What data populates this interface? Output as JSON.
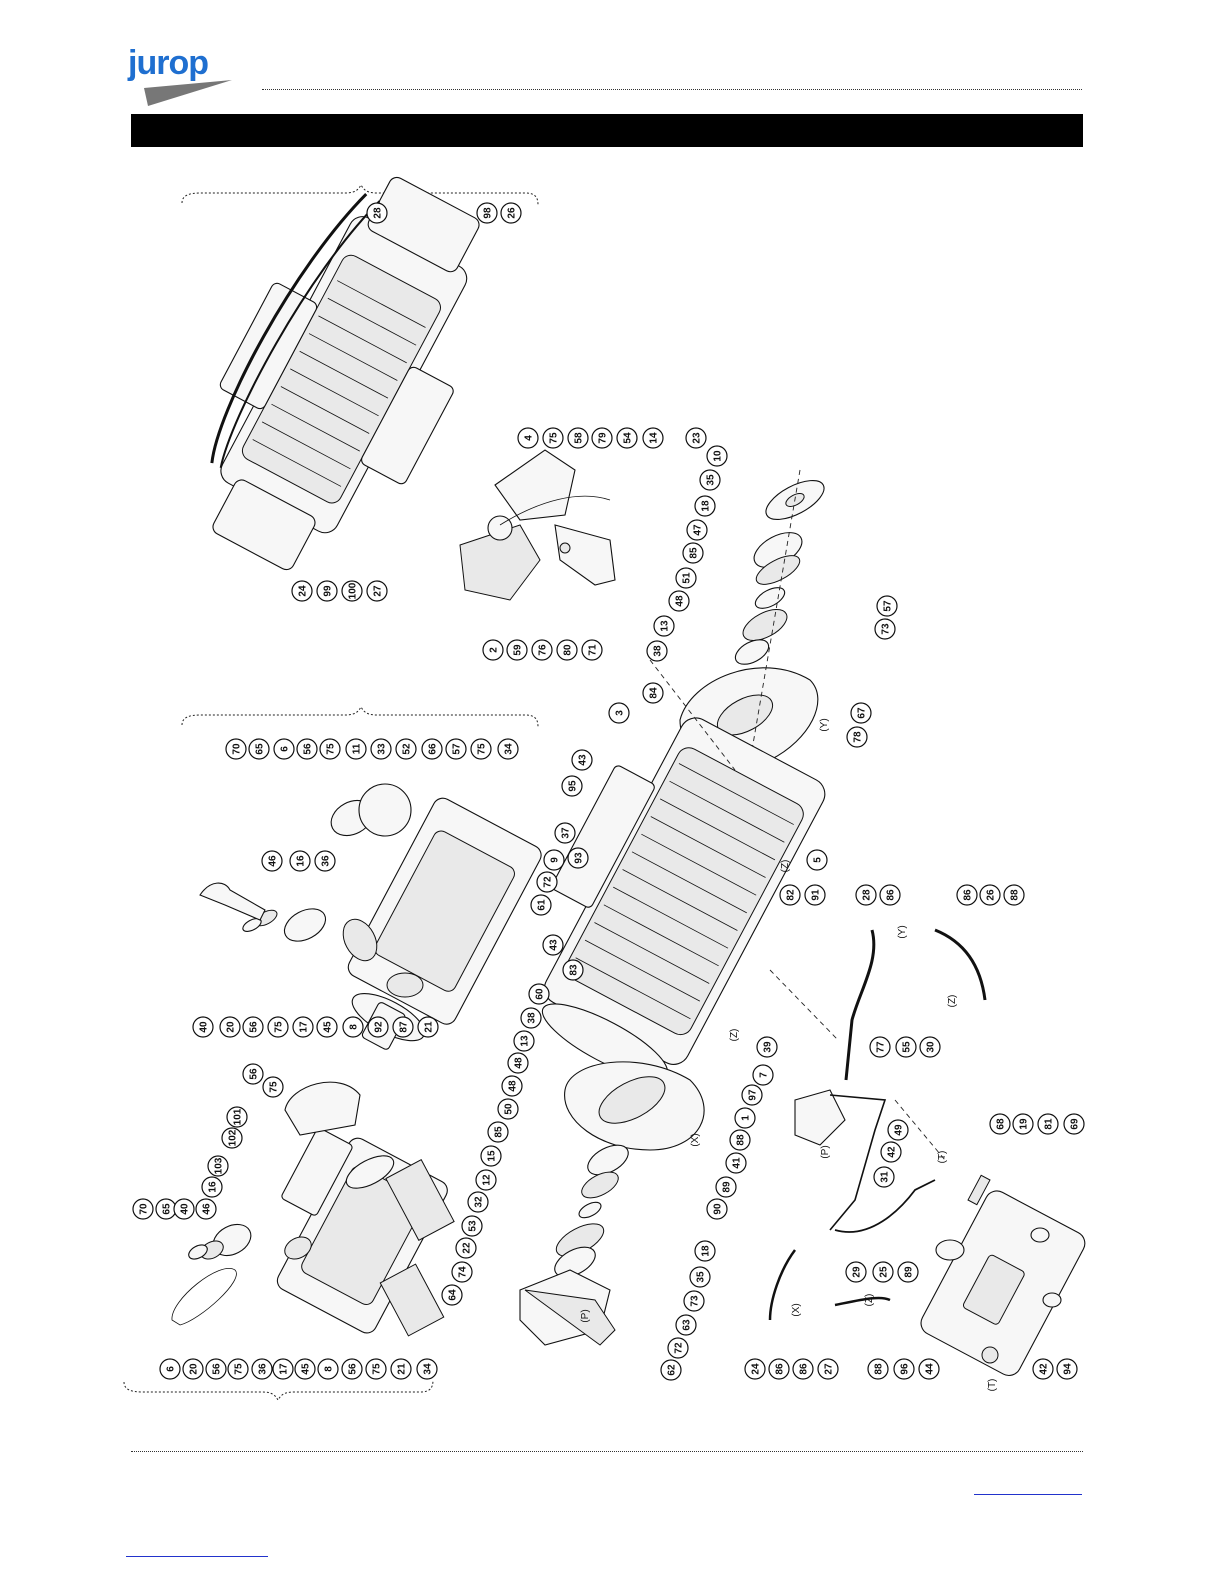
{
  "logo": {
    "text": "jurop"
  },
  "callouts": [
    {
      "n": "28"
    },
    {
      "n": "98"
    },
    {
      "n": "26"
    },
    {
      "n": "24"
    },
    {
      "n": "99"
    },
    {
      "n": "100"
    },
    {
      "n": "27"
    },
    {
      "n": "4"
    },
    {
      "n": "75"
    },
    {
      "n": "58"
    },
    {
      "n": "79"
    },
    {
      "n": "54"
    },
    {
      "n": "14"
    },
    {
      "n": "2"
    },
    {
      "n": "59"
    },
    {
      "n": "76"
    },
    {
      "n": "80"
    },
    {
      "n": "71"
    },
    {
      "n": "23"
    },
    {
      "n": "10"
    },
    {
      "n": "35"
    },
    {
      "n": "18"
    },
    {
      "n": "47"
    },
    {
      "n": "85"
    },
    {
      "n": "51"
    },
    {
      "n": "48"
    },
    {
      "n": "13"
    },
    {
      "n": "38"
    },
    {
      "n": "84"
    },
    {
      "n": "3"
    },
    {
      "n": "57"
    },
    {
      "n": "73"
    },
    {
      "n": "67"
    },
    {
      "n": "78"
    },
    {
      "n": "70"
    },
    {
      "n": "65"
    },
    {
      "n": "6"
    },
    {
      "n": "56"
    },
    {
      "n": "75"
    },
    {
      "n": "11"
    },
    {
      "n": "33"
    },
    {
      "n": "52"
    },
    {
      "n": "66"
    },
    {
      "n": "57"
    },
    {
      "n": "75"
    },
    {
      "n": "34"
    },
    {
      "n": "46"
    },
    {
      "n": "16"
    },
    {
      "n": "36"
    },
    {
      "n": "40"
    },
    {
      "n": "20"
    },
    {
      "n": "56"
    },
    {
      "n": "75"
    },
    {
      "n": "17"
    },
    {
      "n": "45"
    },
    {
      "n": "8"
    },
    {
      "n": "92"
    },
    {
      "n": "87"
    },
    {
      "n": "21"
    },
    {
      "n": "43"
    },
    {
      "n": "95"
    },
    {
      "n": "37"
    },
    {
      "n": "93"
    },
    {
      "n": "9"
    },
    {
      "n": "72"
    },
    {
      "n": "61"
    },
    {
      "n": "43"
    },
    {
      "n": "83"
    },
    {
      "n": "5"
    },
    {
      "n": "82"
    },
    {
      "n": "91"
    },
    {
      "n": "28"
    },
    {
      "n": "86"
    },
    {
      "n": "86"
    },
    {
      "n": "26"
    },
    {
      "n": "88"
    },
    {
      "n": "60"
    },
    {
      "n": "38"
    },
    {
      "n": "13"
    },
    {
      "n": "48"
    },
    {
      "n": "48"
    },
    {
      "n": "50"
    },
    {
      "n": "85"
    },
    {
      "n": "15"
    },
    {
      "n": "12"
    },
    {
      "n": "32"
    },
    {
      "n": "53"
    },
    {
      "n": "22"
    },
    {
      "n": "74"
    },
    {
      "n": "64"
    },
    {
      "n": "18"
    },
    {
      "n": "35"
    },
    {
      "n": "73"
    },
    {
      "n": "63"
    },
    {
      "n": "72"
    },
    {
      "n": "62"
    },
    {
      "n": "39"
    },
    {
      "n": "77"
    },
    {
      "n": "55"
    },
    {
      "n": "30"
    },
    {
      "n": "7"
    },
    {
      "n": "97"
    },
    {
      "n": "1"
    },
    {
      "n": "88"
    },
    {
      "n": "41"
    },
    {
      "n": "49"
    },
    {
      "n": "42"
    },
    {
      "n": "31"
    },
    {
      "n": "89"
    },
    {
      "n": "90"
    },
    {
      "n": "89"
    },
    {
      "n": "29"
    },
    {
      "n": "25"
    },
    {
      "n": "68"
    },
    {
      "n": "19"
    },
    {
      "n": "81"
    },
    {
      "n": "69"
    },
    {
      "n": "96"
    },
    {
      "n": "44"
    },
    {
      "n": "42"
    },
    {
      "n": "94"
    },
    {
      "n": "24"
    },
    {
      "n": "86"
    },
    {
      "n": "86"
    },
    {
      "n": "27"
    },
    {
      "n": "88"
    },
    {
      "n": "70"
    },
    {
      "n": "65"
    },
    {
      "n": "40"
    },
    {
      "n": "46"
    },
    {
      "n": "16"
    },
    {
      "n": "56"
    },
    {
      "n": "75"
    },
    {
      "n": "101"
    },
    {
      "n": "102"
    },
    {
      "n": "103"
    },
    {
      "n": "6"
    },
    {
      "n": "20"
    },
    {
      "n": "56"
    },
    {
      "n": "75"
    },
    {
      "n": "36"
    },
    {
      "n": "17"
    },
    {
      "n": "45"
    },
    {
      "n": "8"
    },
    {
      "n": "56"
    },
    {
      "n": "75"
    },
    {
      "n": "21"
    },
    {
      "n": "34"
    }
  ],
  "connection_marks": [
    {
      "t": "(Y)"
    },
    {
      "t": "(Z)"
    },
    {
      "t": "(Z)"
    },
    {
      "t": "(X)"
    },
    {
      "t": "(P)"
    },
    {
      "t": "(Y)"
    },
    {
      "t": "(Z)"
    },
    {
      "t": "(T)"
    },
    {
      "t": "(P)"
    },
    {
      "t": "(X)"
    },
    {
      "t": "(Z)"
    },
    {
      "t": "(T)"
    }
  ]
}
